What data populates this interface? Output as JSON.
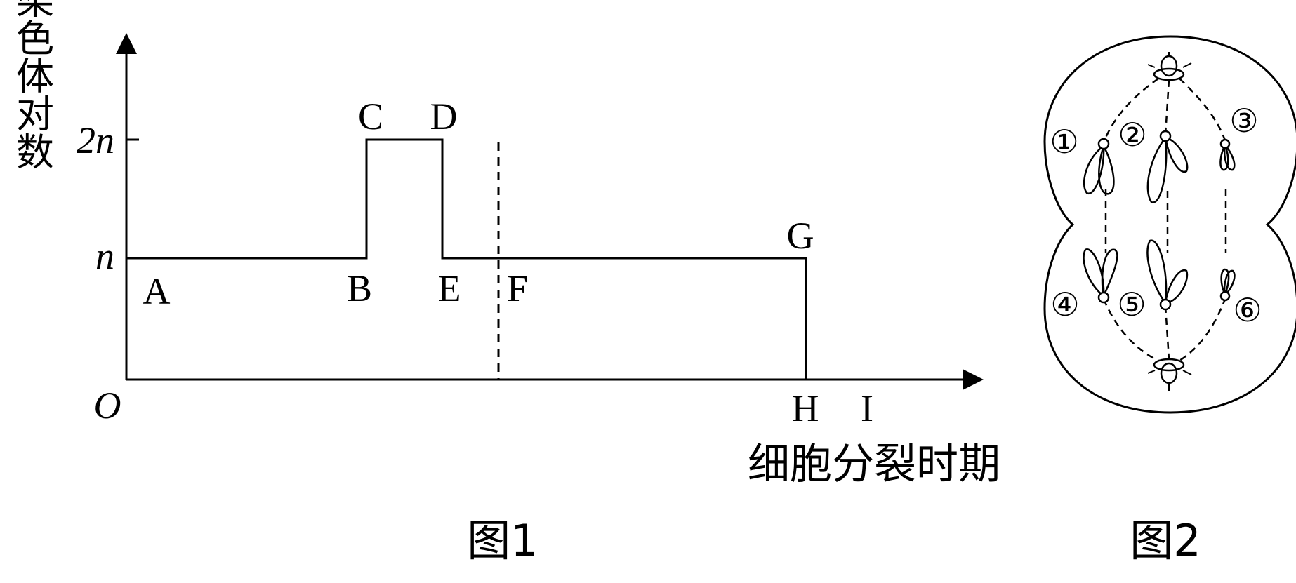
{
  "figure1": {
    "y_axis_label": "同源染色体对数",
    "x_axis_label": "细胞分裂时期",
    "origin": "O",
    "y_ticks": {
      "upper": "2n",
      "lower": "n"
    },
    "points": {
      "A": "A",
      "B": "B",
      "C": "C",
      "D": "D",
      "E": "E",
      "F": "F",
      "G": "G",
      "H": "H",
      "I": "I"
    },
    "caption": "图1"
  },
  "figure2": {
    "labels": {
      "c1": "①",
      "c2": "②",
      "c3": "③",
      "c4": "④",
      "c5": "⑤",
      "c6": "⑥"
    },
    "caption": "图2"
  }
}
